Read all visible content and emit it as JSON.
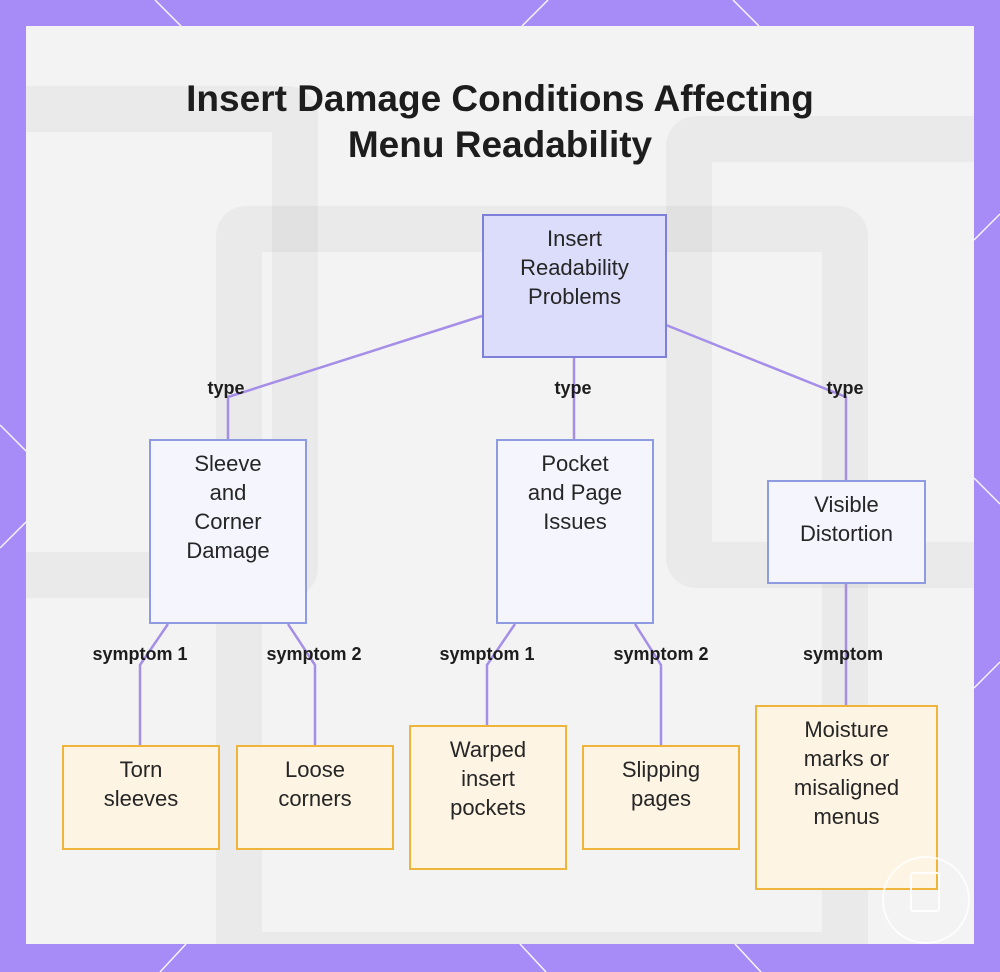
{
  "title": [
    "Insert Damage Conditions Affecting",
    "Menu Readability"
  ],
  "colors": {
    "frame": "#a78bf7",
    "edge": "#a58ee8",
    "root_fill": "#dcdcfb",
    "type_fill": "#f4f5fd",
    "leaf_fill": "#fdf4e3",
    "leaf_border": "#efb43a"
  },
  "nodes": {
    "root": [
      "Insert",
      "Readability",
      "Problems"
    ],
    "sleeve": [
      "Sleeve",
      "and",
      "Corner",
      "Damage"
    ],
    "pocket": [
      "Pocket",
      "and Page",
      "Issues"
    ],
    "distortion": [
      "Visible",
      "Distortion"
    ],
    "torn": [
      "Torn",
      "sleeves"
    ],
    "loose": [
      "Loose",
      "corners"
    ],
    "warped": [
      "Warped",
      "insert",
      "pockets"
    ],
    "slipping": [
      "Slipping",
      "pages"
    ],
    "moisture": [
      "Moisture",
      "marks or",
      "misaligned",
      "menus"
    ]
  },
  "edge_labels": {
    "type_sleeve": "type",
    "type_pocket": "type",
    "type_distortion": "type",
    "sleeve_symptom1": "symptom 1",
    "sleeve_symptom2": "symptom 2",
    "pocket_symptom1": "symptom 1",
    "pocket_symptom2": "symptom 2",
    "distortion_symptom": "symptom"
  }
}
